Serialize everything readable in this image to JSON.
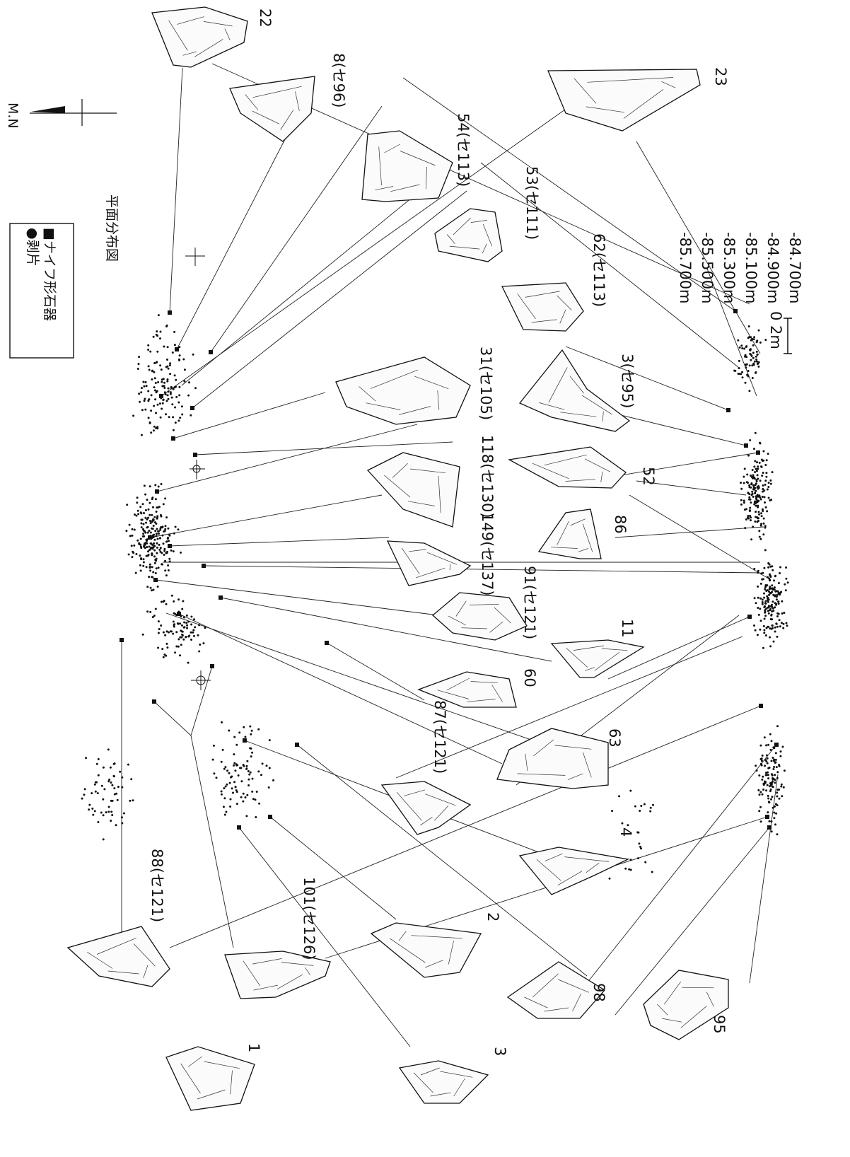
{
  "legend": {
    "knife_label": "■ナイフ形石器",
    "flake_label": "●剥片"
  },
  "plan_title": "平面分布図",
  "north_label": "M.N",
  "scale_label": "0 2m",
  "elevations": [
    "-85.700m",
    "-85.500m",
    "-85.300m",
    "-85.100m",
    "-84.900m",
    "-84.700m"
  ],
  "artifacts": [
    {
      "label": "22"
    },
    {
      "label": "8(セ96)"
    },
    {
      "label": "54(セ113)"
    },
    {
      "label": "53(セ111)"
    },
    {
      "label": "62(セ113)"
    },
    {
      "label": "23"
    },
    {
      "label": "31(セ105)"
    },
    {
      "label": "3(セ95)"
    },
    {
      "label": "118(セ130)"
    },
    {
      "label": "52"
    },
    {
      "label": "149(セ137)"
    },
    {
      "label": "86"
    },
    {
      "label": "91(セ121)"
    },
    {
      "label": "11"
    },
    {
      "label": "60"
    },
    {
      "label": "87(セ121)"
    },
    {
      "label": "63"
    },
    {
      "label": "4"
    },
    {
      "label": "88(セ121)"
    },
    {
      "label": "101(セ126)"
    },
    {
      "label": "2"
    },
    {
      "label": "98"
    },
    {
      "label": "95"
    },
    {
      "label": "1"
    },
    {
      "label": "3"
    }
  ]
}
